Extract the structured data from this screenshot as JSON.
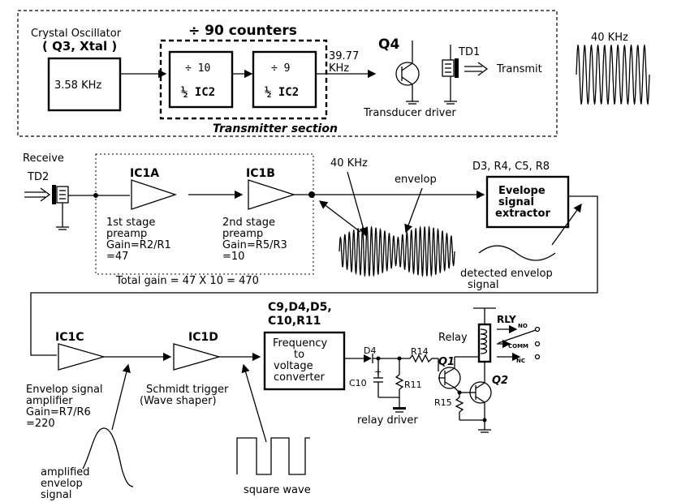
{
  "transmitter": {
    "osc_title": "Crystal Oscillator",
    "osc_parts": "( Q3, Xtal )",
    "osc_freq": "3.58 KHz",
    "counters_title": "÷ 90 counters",
    "div10": "÷ 10",
    "div10_ic": "½ IC2",
    "div9": "÷ 9",
    "div9_ic": "½ IC2",
    "out_freq_1": "39.77",
    "out_freq_2": "KHz",
    "q4": "Q4",
    "td1": "TD1",
    "transmit": "Transmit",
    "driver": "Transducer driver",
    "section": "Transmitter section",
    "wave_label": "40 KHz"
  },
  "receiver": {
    "receive": "Receive",
    "td2": "TD2",
    "ic1a": "IC1A",
    "ic1a_desc": [
      "1st stage",
      "preamp",
      "Gain=R2/R1",
      "=47"
    ],
    "ic1b": "IC1B",
    "ic1b_desc": [
      "2nd stage",
      "preamp",
      "Gain=R5/R3",
      "=10"
    ],
    "total_gain": "Total gain = 47 X 10 = 470",
    "freq_label": "40 KHz",
    "envelop_label": "envelop",
    "extractor_parts": "D3, R4, C5, R8",
    "extractor": [
      "Evelope",
      "signal",
      "extractor"
    ],
    "detected": [
      "detected envelop",
      "signal"
    ]
  },
  "processing": {
    "ic1c": "IC1C",
    "ic1c_desc": [
      "Envelop signal",
      "amplifier",
      "Gain=R7/R6",
      "=220"
    ],
    "ic1d": "IC1D",
    "ic1d_desc": [
      "Schmidt trigger",
      "(Wave shaper)"
    ],
    "amplified": [
      "amplified",
      "envelop",
      "signal"
    ],
    "square": "square wave",
    "fv_parts": [
      "C9,D4,D5,",
      "C10,R11"
    ],
    "fv": [
      "Frequency",
      "to",
      "voltage",
      "converter"
    ]
  },
  "relay": {
    "d4": "D4",
    "r14": "R14",
    "c10": "C10",
    "r11": "R11",
    "q1": "Q1",
    "q2": "Q2",
    "r15": "R15",
    "relay_driver": "relay driver",
    "relay": "Relay",
    "rly": "RLY",
    "no": "NO",
    "comm": "COMM",
    "nc": "NC"
  }
}
